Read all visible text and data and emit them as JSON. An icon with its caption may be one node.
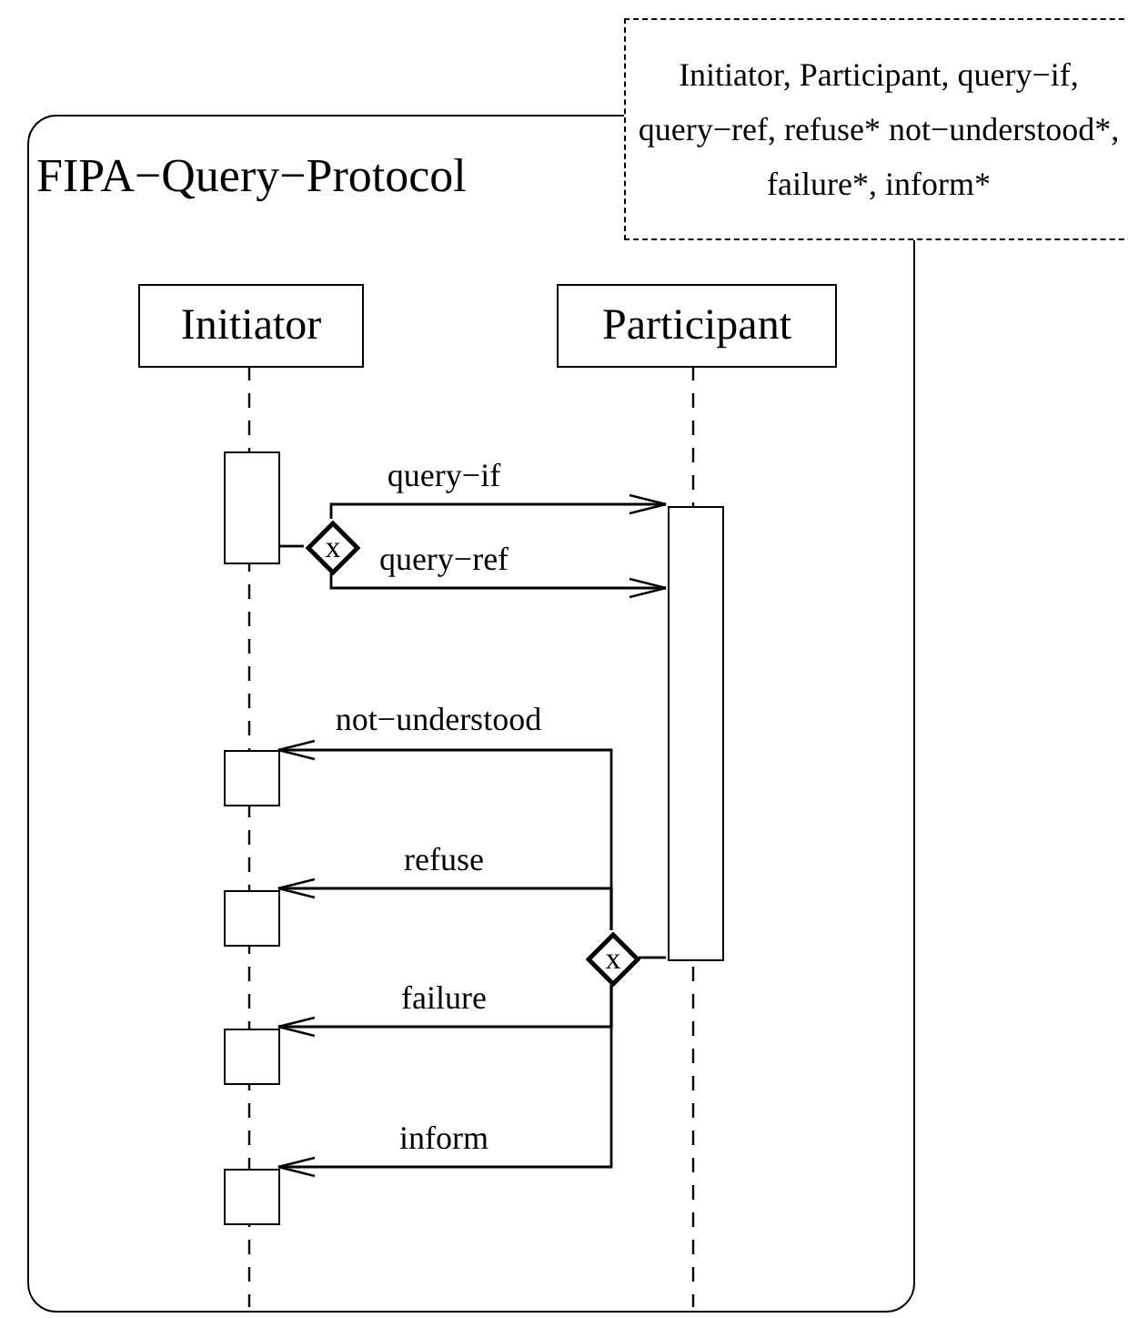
{
  "diagram": {
    "nodes": [
      {
        "text": [
          "FIPA−Query−Protocol"
        ]
      },
      {
        "text": [
          "Initiator, Participant, query−if, query−ref, refuse* not−understood*, failure*, inform*"
        ]
      },
      {
        "text": [
          "Initiator"
        ],
        "in": 0
      },
      {
        "text": [
          "Participant"
        ],
        "in": 0
      },
      {
        "text": [],
        "shape": "box",
        "in": 0
      },
      {
        "text": [
          "x"
        ],
        "in": 0
      },
      {
        "text": [],
        "shape": "box",
        "in": 0
      },
      {
        "text": [
          "x"
        ],
        "in": 0
      },
      {
        "text": [],
        "shape": "box",
        "in": 0
      },
      {
        "text": [],
        "shape": "box",
        "in": 0
      },
      {
        "text": [],
        "shape": "box",
        "in": 0
      },
      {
        "text": [],
        "shape": "box",
        "in": 0
      }
    ],
    "edges": [
      {
        "from": 4,
        "to": 5,
        "arrow": "none"
      },
      {
        "from": 5,
        "to": 6,
        "arrow": "to",
        "label": "query−if"
      },
      {
        "from": 5,
        "to": 6,
        "arrow": "to",
        "label": "query−ref"
      },
      {
        "from": 6,
        "to": 7,
        "arrow": "none"
      },
      {
        "from": 7,
        "to": 8,
        "arrow": "to",
        "label": "not−understood"
      },
      {
        "from": 7,
        "to": 9,
        "arrow": "to",
        "label": "refuse"
      },
      {
        "from": 7,
        "to": 10,
        "arrow": "to",
        "label": "failure"
      },
      {
        "from": 7,
        "to": 11,
        "arrow": "to",
        "label": "inform"
      }
    ]
  }
}
